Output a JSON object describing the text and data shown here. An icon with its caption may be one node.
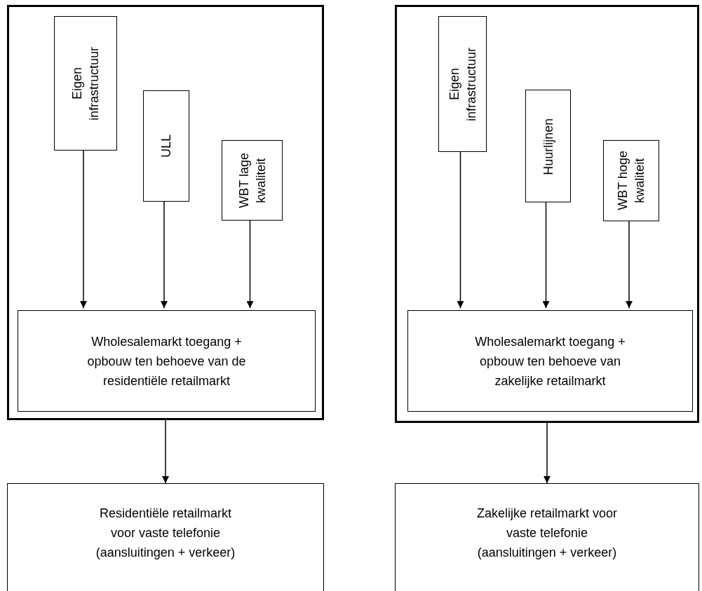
{
  "diagram": {
    "nodes": [
      {
        "text": [],
        "shape": "box"
      },
      {
        "text": [
          "Eigen infrastructuur"
        ],
        "in": 0
      },
      {
        "text": [
          "ULL"
        ],
        "in": 0
      },
      {
        "text": [
          "WBT lage kwaliteit"
        ],
        "in": 0
      },
      {
        "text": [
          "Wholesalemarkt toegang + opbouw ten behoeve van de residentiële retailmarkt"
        ],
        "in": 0
      },
      {
        "text": [],
        "shape": "box"
      },
      {
        "text": [
          "Eigen infrastructuur"
        ],
        "in": 5
      },
      {
        "text": [
          "Huurlijnen"
        ],
        "in": 5
      },
      {
        "text": [
          "WBT hoge kwaliteit"
        ],
        "in": 5
      },
      {
        "text": [
          "Wholesalemarkt toegang + opbouw ten behoeve van zakelijke retailmarkt"
        ],
        "in": 5
      },
      {
        "text": [
          "Residentiële retailmarkt voor vaste telefonie (aansluitingen + verkeer)"
        ]
      },
      {
        "text": [
          "Zakelijke retailmarkt voor vaste telefonie (aansluitingen + verkeer)"
        ]
      }
    ],
    "edges": [
      {
        "from": 1,
        "to": 4,
        "arrow": "to"
      },
      {
        "from": 2,
        "to": 4,
        "arrow": "to"
      },
      {
        "from": 3,
        "to": 4,
        "arrow": "to"
      },
      {
        "from": 0,
        "to": 10,
        "arrow": "to"
      },
      {
        "from": 6,
        "to": 9,
        "arrow": "to"
      },
      {
        "from": 7,
        "to": 9,
        "arrow": "to"
      },
      {
        "from": 8,
        "to": 9,
        "arrow": "to"
      },
      {
        "from": 5,
        "to": 11,
        "arrow": "to"
      }
    ]
  }
}
